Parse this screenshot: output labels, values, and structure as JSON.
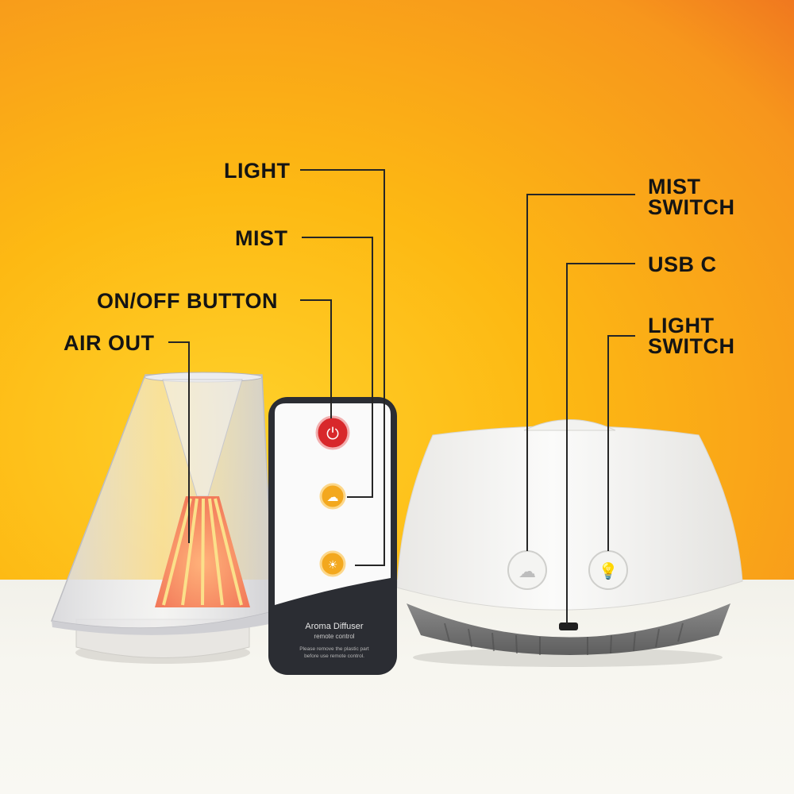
{
  "callouts": {
    "light": "LIGHT",
    "mist": "MIST",
    "on_off_button": "ON/OFF BUTTON",
    "air_out": "AIR OUT",
    "mist_switch": "MIST\nSWITCH",
    "usb_c": "USB C",
    "light_switch": "LIGHT\nSWITCH"
  },
  "remote": {
    "title": "Aroma Diffuser",
    "subtitle": "remote control",
    "note_line1": "Please remove the plastic part",
    "note_line2": "before use remote control."
  },
  "colors": {
    "background_top": "#f7961c",
    "background_center": "#ffd12a",
    "floor": "#f4f3ec",
    "power_button": "#d8282b",
    "function_buttons": "#f3a81e",
    "remote_body": "#2b2d33",
    "diffuser_body": "#f6f5f2",
    "diffuser_base": "#6d6d6d"
  },
  "icons": [
    "power-icon",
    "mist-cloud-icon",
    "light-bulb-icon"
  ]
}
